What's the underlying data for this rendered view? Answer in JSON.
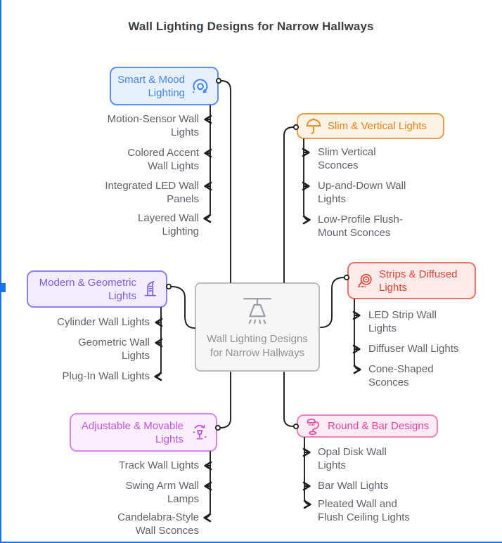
{
  "title": "Wall Lighting Designs for Narrow Hallways",
  "frame": {
    "accent_color": "#1a73e8",
    "handle_icon": "pane-resize-handle"
  },
  "line_color": "#1f1f1f",
  "item_text_color": "#5f6368",
  "center": {
    "label": "Wall Lighting Designs\nfor Narrow Hallways",
    "icon": "pendant-lamp-icon",
    "fill": "#f6f6f6",
    "border": "#bcbcbc",
    "text_color": "#8f9295"
  },
  "branches": [
    {
      "label": "Smart & Mood\nLighting",
      "icon": "smart-bulb-icon",
      "colors": {
        "text": "#4285f4",
        "border": "#5e90f2",
        "fill": "#e8f0fd"
      },
      "items": [
        {
          "text": "Motion-Sensor Wall\nLights"
        },
        {
          "text": "Colored Accent\nWall Lights"
        },
        {
          "text": "Integrated LED Wall\nPanels"
        },
        {
          "text": "Layered Wall\nLighting"
        }
      ]
    },
    {
      "label": "Slim & Vertical Lights",
      "icon": "umbrella-lamp-icon",
      "colors": {
        "text": "#e8820e",
        "border": "#f29b42",
        "fill": "#fdf3e6"
      },
      "items": [
        {
          "text": "Slim Vertical\nSconces"
        },
        {
          "text": "Up-and-Down Wall\nLights"
        },
        {
          "text": "Low-Profile Flush-\nMount Sconces"
        }
      ]
    },
    {
      "label": "Modern & Geometric\nLights",
      "icon": "modern-tower-icon",
      "colors": {
        "text": "#7b5cf0",
        "border": "#937df2",
        "fill": "#f1edfd"
      },
      "items": [
        {
          "text": "Cylinder Wall Lights"
        },
        {
          "text": "Geometric Wall\nLights"
        },
        {
          "text": "Plug-In Wall Lights"
        }
      ]
    },
    {
      "label": "Strips & Diffused\nLights",
      "icon": "led-strip-roll-icon",
      "colors": {
        "text": "#e94235",
        "border": "#f37167",
        "fill": "#fdebea"
      },
      "items": [
        {
          "text": "LED Strip Wall\nLights"
        },
        {
          "text": "Diffuser Wall Lights"
        },
        {
          "text": "Cone-Shaped\nSconces"
        }
      ]
    },
    {
      "label": "Adjustable & Movable\nLights",
      "icon": "adjustable-lamp-icon",
      "colors": {
        "text": "#c554ea",
        "border": "#d985f0",
        "fill": "#fbeefd"
      },
      "items": [
        {
          "text": "Track Wall Lights"
        },
        {
          "text": "Swing Arm Wall\nLamps"
        },
        {
          "text": "Candelabra-Style\nWall Sconces"
        }
      ]
    },
    {
      "label": "Round & Bar Designs",
      "icon": "curved-lamp-icon",
      "colors": {
        "text": "#f0439b",
        "border": "#f57fba",
        "fill": "#fdecf5"
      },
      "items": [
        {
          "text": "Opal Disk Wall\nLights"
        },
        {
          "text": "Bar Wall Lights"
        },
        {
          "text": "Pleated Wall and\nFlush Ceiling Lights"
        }
      ]
    }
  ]
}
